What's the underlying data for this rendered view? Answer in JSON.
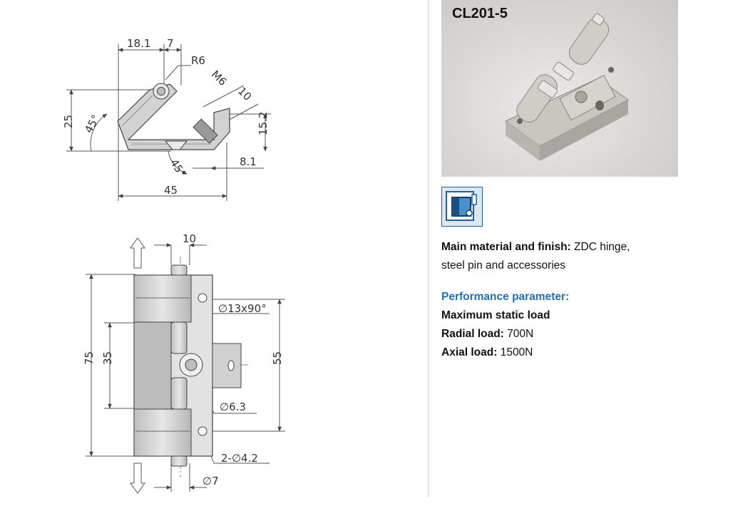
{
  "product": {
    "code": "CL201-5",
    "photo_icon": "hinge-photo",
    "mount_icon": "mounting-type-icon"
  },
  "drawing": {
    "top_view": {
      "dim_18_1": "18.1",
      "dim_7": "7",
      "dim_r6": "R6",
      "dim_m6": "M6",
      "dim_10": "10",
      "dim_25": "25",
      "dim_45deg_left": "45°",
      "dim_15_2": "15.2",
      "dim_8_1": "8.1",
      "dim_45deg_bottom": "45°",
      "dim_45": "45"
    },
    "front_view": {
      "dim_10": "10",
      "dim_13x90": "∅13x90°",
      "dim_75": "75",
      "dim_35": "35",
      "dim_55": "55",
      "dim_6_3": "∅6.3",
      "dim_2_4_2": "2-∅4.2",
      "dim_7": "∅7"
    }
  },
  "specs": {
    "material_label": "Main material and finish:",
    "material_value_line1": " ZDC hinge,",
    "material_value_line2": "steel pin and accessories",
    "performance_heading": "Performance parameter:",
    "max_static_label": "Maximum static load",
    "radial_label": "Radial load:",
    "radial_value": " 700N",
    "axial_label": "Axial load:",
    "axial_value": " 1500N"
  },
  "colors": {
    "accent_blue": "#1f6fb2",
    "line_gray": "#555555"
  }
}
